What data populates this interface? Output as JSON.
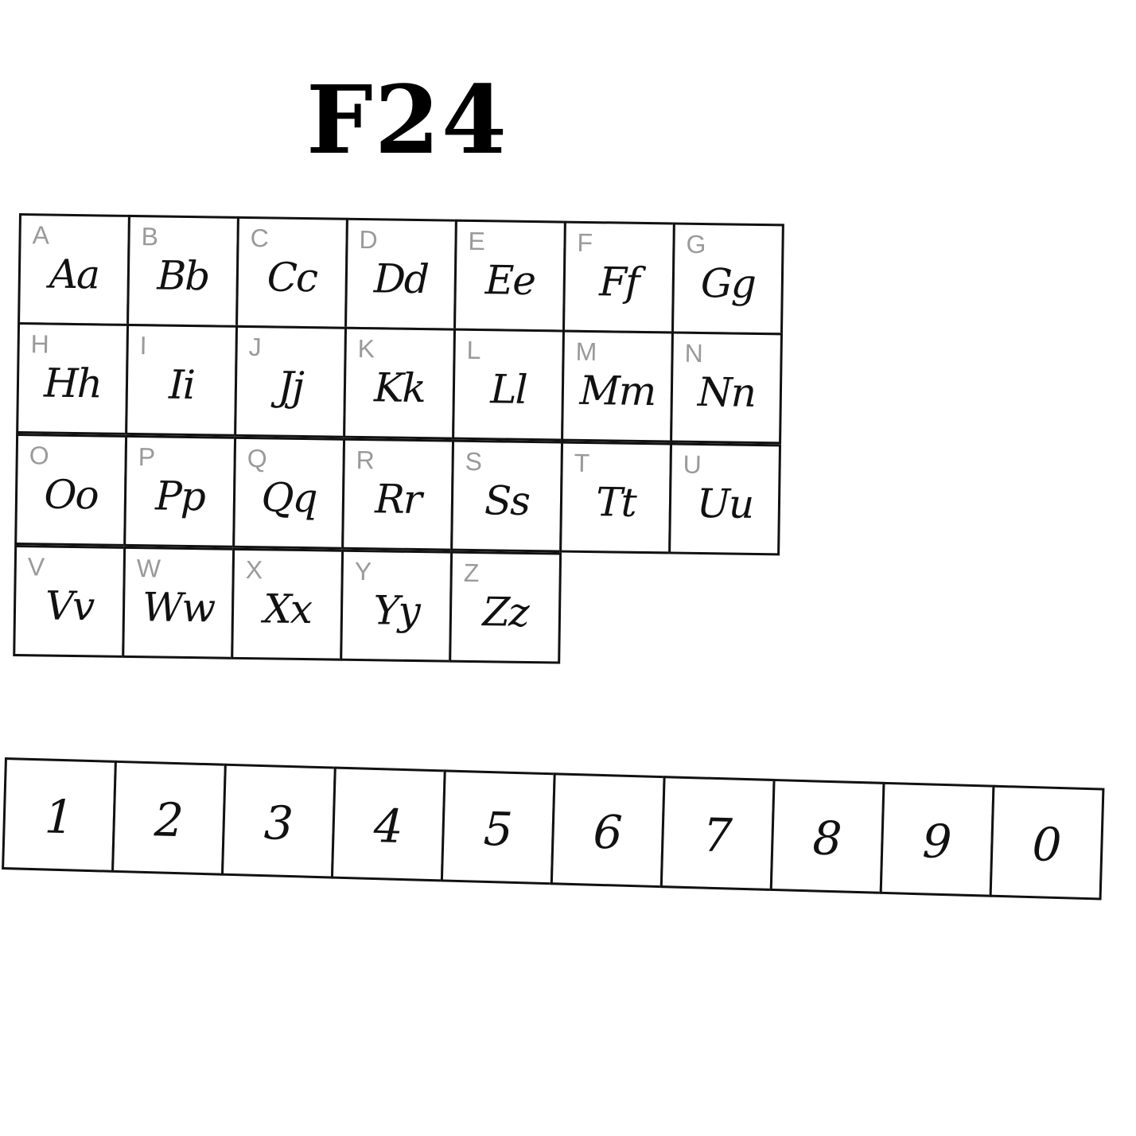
{
  "title": "F24",
  "letters": [
    [
      {
        "index": "A",
        "glyph": "Aa"
      },
      {
        "index": "B",
        "glyph": "Bb"
      },
      {
        "index": "C",
        "glyph": "Cc"
      },
      {
        "index": "D",
        "glyph": "Dd"
      },
      {
        "index": "E",
        "glyph": "Ee"
      },
      {
        "index": "F",
        "glyph": "Ff"
      },
      {
        "index": "G",
        "glyph": "Gg"
      }
    ],
    [
      {
        "index": "H",
        "glyph": "Hh"
      },
      {
        "index": "I",
        "glyph": "Ii"
      },
      {
        "index": "J",
        "glyph": "Jj"
      },
      {
        "index": "K",
        "glyph": "Kk"
      },
      {
        "index": "L",
        "glyph": "Ll"
      },
      {
        "index": "M",
        "glyph": "Mm"
      },
      {
        "index": "N",
        "glyph": "Nn"
      }
    ],
    [
      {
        "index": "O",
        "glyph": "Oo"
      },
      {
        "index": "P",
        "glyph": "Pp"
      },
      {
        "index": "Q",
        "glyph": "Qq"
      },
      {
        "index": "R",
        "glyph": "Rr"
      },
      {
        "index": "S",
        "glyph": "Ss"
      },
      {
        "index": "T",
        "glyph": "Tt"
      },
      {
        "index": "U",
        "glyph": "Uu"
      }
    ],
    [
      {
        "index": "V",
        "glyph": "Vv"
      },
      {
        "index": "W",
        "glyph": "Ww"
      },
      {
        "index": "X",
        "glyph": "Xx"
      },
      {
        "index": "Y",
        "glyph": "Yy"
      },
      {
        "index": "Z",
        "glyph": "Zz"
      }
    ]
  ],
  "digits": [
    "1",
    "2",
    "3",
    "4",
    "5",
    "6",
    "7",
    "8",
    "9",
    "0"
  ]
}
